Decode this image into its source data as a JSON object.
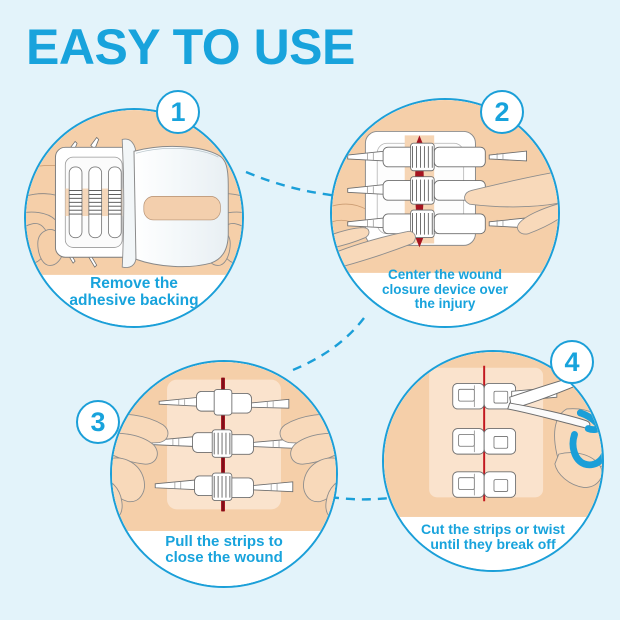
{
  "header": {
    "title": "EASY TO USE"
  },
  "theme": {
    "background": "#e3f3fa",
    "accent": "#18a3dc",
    "circle_border": "#1b9fd8",
    "skin": "#f5cfa9",
    "skin_light": "#fae3cd",
    "wound": "#a51420",
    "device_white": "#ffffff",
    "outline": "#6b6b6b",
    "scissor_handle": "#1b9fd8"
  },
  "steps": [
    {
      "number": "1",
      "caption": "Remove the\nadhesive backing",
      "art_name": "hands-peeling-adhesive-backing-illustration"
    },
    {
      "number": "2",
      "caption": "Center the wound\nclosure device over\nthe injury",
      "art_name": "device-centered-over-wound-illustration"
    },
    {
      "number": "3",
      "caption": "Pull the strips to\nclose the wound",
      "art_name": "hands-pulling-strips-illustration"
    },
    {
      "number": "4",
      "caption": "Cut the strips or twist\nuntil they break off",
      "art_name": "scissors-cutting-strips-illustration"
    }
  ],
  "connectors": [
    {
      "name": "connector-step1-step2",
      "style": "dashed"
    },
    {
      "name": "connector-step2-step3",
      "style": "dashed"
    },
    {
      "name": "connector-step3-step4",
      "style": "dashed"
    }
  ]
}
